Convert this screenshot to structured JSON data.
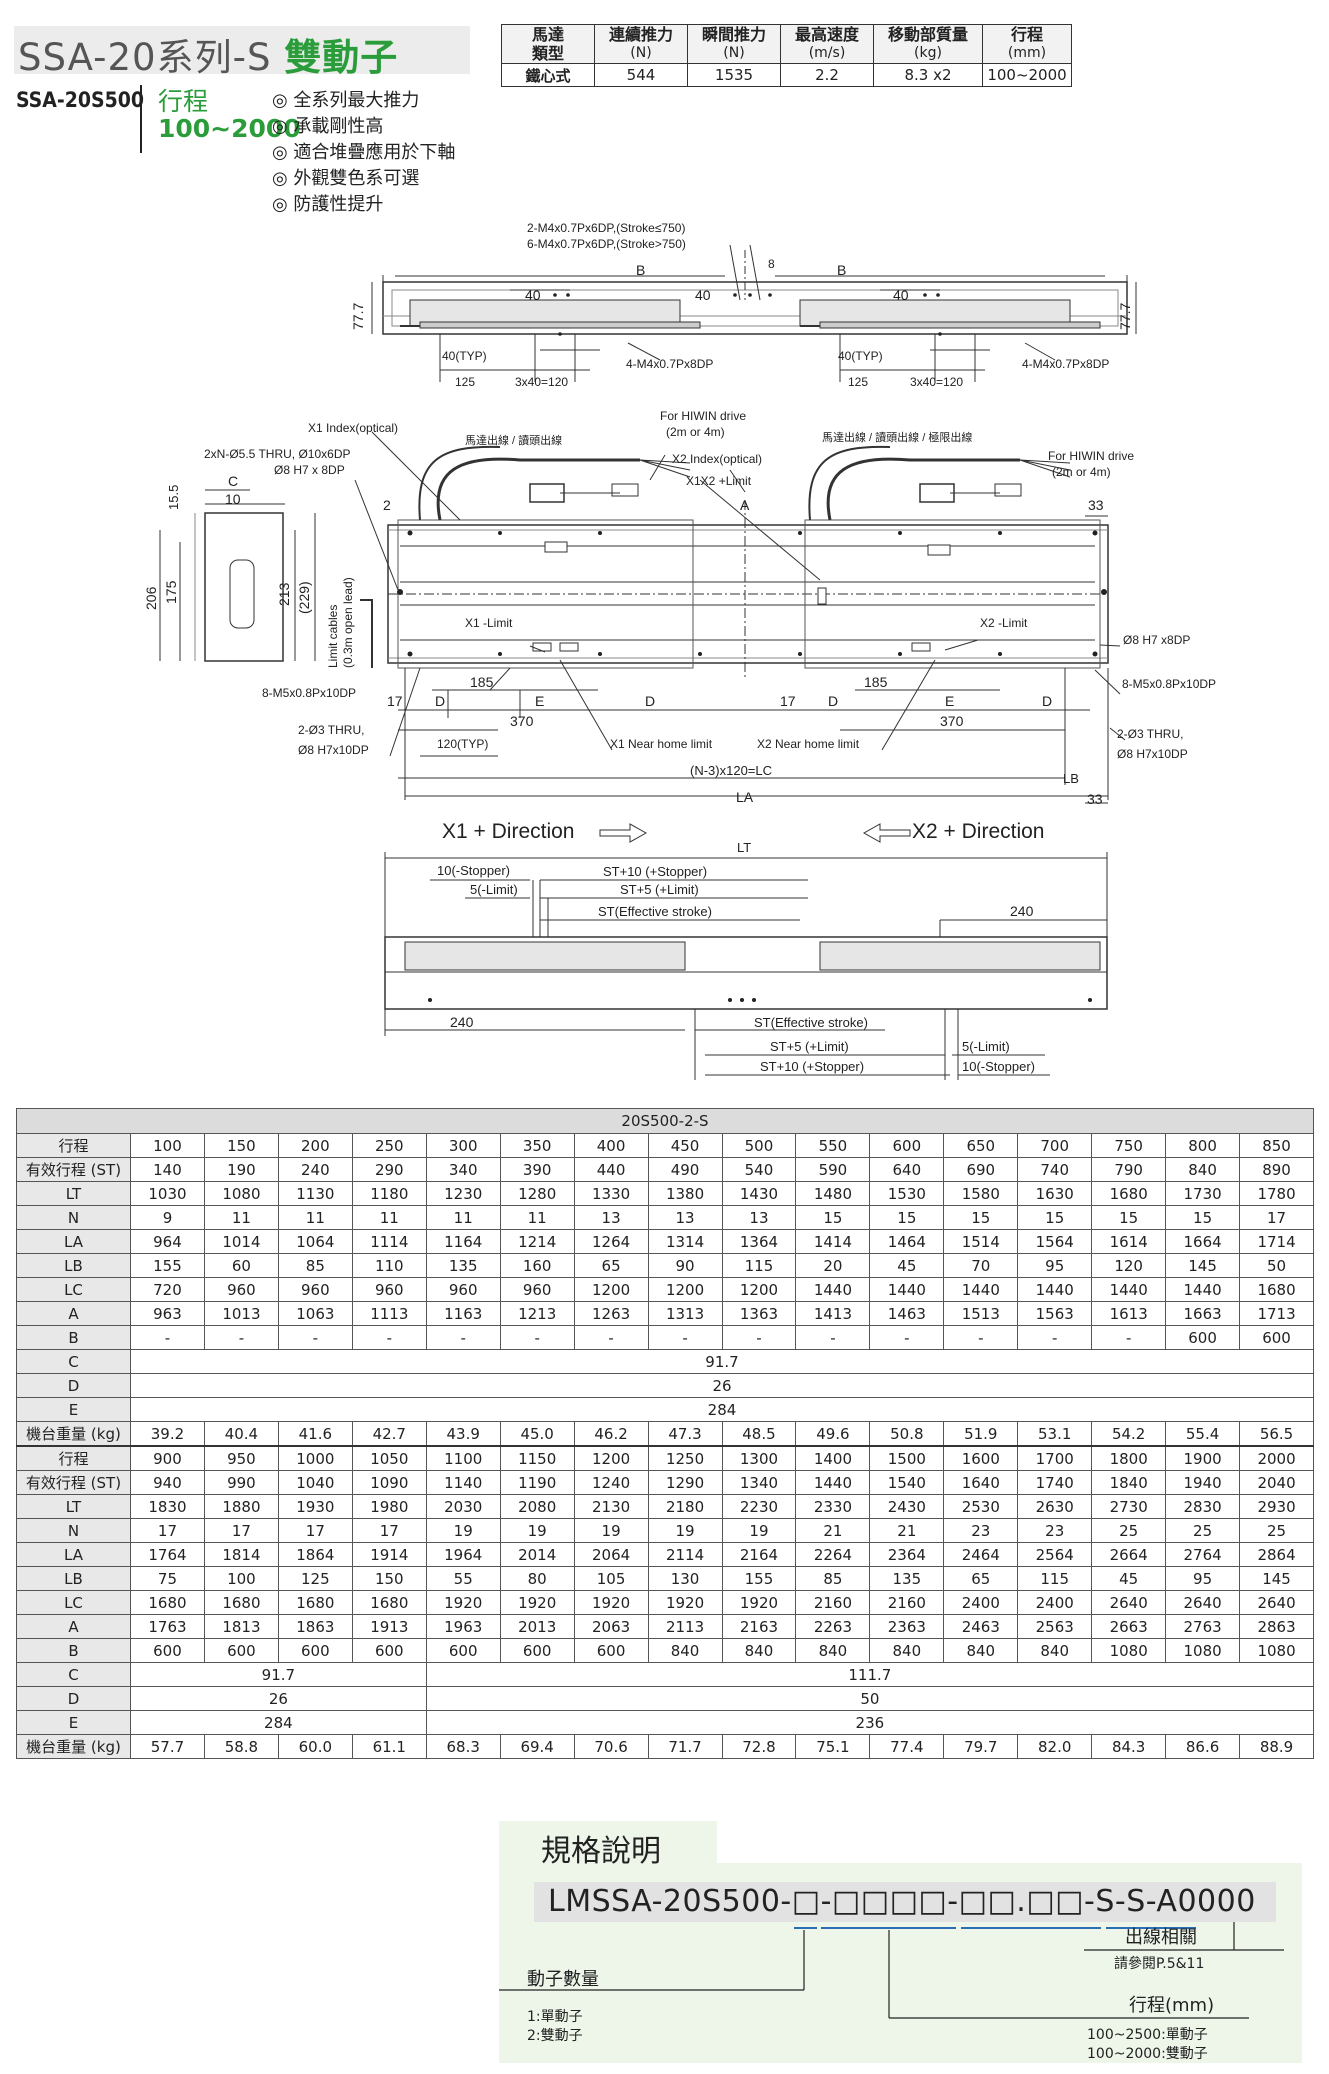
{
  "header": {
    "series": "SSA-20系列-S",
    "type": "雙動子",
    "model": "SSA-20S500",
    "stroke_label": "行程",
    "stroke_range": "100~2000",
    "features": [
      "◎ 全系列最大推力",
      "◎ 承載剛性高",
      "◎ 適合堆疊應用於下軸",
      "◎ 外觀雙色系可選",
      "◎ 防護性提升"
    ]
  },
  "spec_table": {
    "headers": [
      {
        "name": "馬達",
        "unit": "類型"
      },
      {
        "name": "連續推力",
        "unit": "(N)"
      },
      {
        "name": "瞬間推力",
        "unit": "(N)"
      },
      {
        "name": "最高速度",
        "unit": "(m/s)"
      },
      {
        "name": "移動部質量",
        "unit": "(kg)"
      },
      {
        "name": "行程",
        "unit": "(mm)"
      }
    ],
    "row": [
      "鐵心式",
      "544",
      "1535",
      "2.2",
      "8.3 x2",
      "100~2000"
    ]
  },
  "drawing_labels": {
    "top": {
      "note1": "2-M4x0.7Px6DP,(Stroke≤750)",
      "note2": "6-M4x0.7Px6DP,(Stroke>750)",
      "b": "B",
      "eight": "8",
      "forty": "40",
      "h77": "77.7",
      "typ40": "40(TYP)",
      "tap": "4-M4x0.7Px8DP",
      "d125": "125",
      "d3x40": "3x40=120"
    },
    "mid": {
      "x1index": "X1 Index(optical)",
      "thru": "2xN-Ø5.5 THRU, Ø10x6DP",
      "h7": "Ø8 H7 x 8DP",
      "motor1": "馬達出線 / 讀頭出線",
      "hiwin1a": "For HIWIN drive",
      "hiwin1b": "(2m or 4m)",
      "x2index": "X2 Index(optical)",
      "x1x2": "X1X2 +Limit",
      "motor2": "馬達出線 / 讀頭出線 / 極限出線",
      "hiwin2a": "For HIWIN drive",
      "hiwin2b": "(2m or 4m)",
      "c": "C",
      "ten": "10",
      "two": "2",
      "a": "A",
      "h155": "15.5",
      "h206": "206",
      "h175": "175",
      "h213": "213",
      "h229": "(229)",
      "limitcables": "Limit cables",
      "openlead": "(0.3m open lead)",
      "x1limit": "X1 -Limit",
      "x2limit": "X2 -Limit",
      "m5": "8-M5x0.8Px10DP",
      "m5r": "8-M5x0.8Px10DP",
      "h7r": "Ø8 H7 x8DP",
      "d185": "185",
      "d17": "17",
      "d": "D",
      "e": "E",
      "d370": "370",
      "d33": "33",
      "thru3": "2-Ø3 THRU,",
      "h7x10": "Ø8 H7x10DP",
      "typ120": "120(TYP)",
      "x1near": "X1 Near home limit",
      "x2near": "X2 Near home limit",
      "lc": "(N-3)x120=LC",
      "lb": "LB",
      "la": "LA",
      "x1dir": "X1 + Direction",
      "x2dir": "X2 + Direction"
    },
    "bottom": {
      "lt": "LT",
      "stopper": "10(-Stopper)",
      "limit5": "5(-Limit)",
      "st10": "ST+10 (+Stopper)",
      "st5": "ST+5 (+Limit)",
      "st": "ST(Effective stroke)",
      "d240": "240"
    }
  },
  "data_table": {
    "title": "20S500-2-S",
    "part1": {
      "stroke": [
        "100",
        "150",
        "200",
        "250",
        "300",
        "350",
        "400",
        "450",
        "500",
        "550",
        "600",
        "650",
        "700",
        "750",
        "800",
        "850"
      ],
      "rows": [
        {
          "label": "有效行程 (ST)",
          "values": [
            "140",
            "190",
            "240",
            "290",
            "340",
            "390",
            "440",
            "490",
            "540",
            "590",
            "640",
            "690",
            "740",
            "790",
            "840",
            "890"
          ]
        },
        {
          "label": "LT",
          "values": [
            "1030",
            "1080",
            "1130",
            "1180",
            "1230",
            "1280",
            "1330",
            "1380",
            "1430",
            "1480",
            "1530",
            "1580",
            "1630",
            "1680",
            "1730",
            "1780"
          ]
        },
        {
          "label": "N",
          "values": [
            "9",
            "11",
            "11",
            "11",
            "11",
            "11",
            "13",
            "13",
            "13",
            "15",
            "15",
            "15",
            "15",
            "15",
            "15",
            "17"
          ]
        },
        {
          "label": "LA",
          "values": [
            "964",
            "1014",
            "1064",
            "1114",
            "1164",
            "1214",
            "1264",
            "1314",
            "1364",
            "1414",
            "1464",
            "1514",
            "1564",
            "1614",
            "1664",
            "1714"
          ]
        },
        {
          "label": "LB",
          "values": [
            "155",
            "60",
            "85",
            "110",
            "135",
            "160",
            "65",
            "90",
            "115",
            "20",
            "45",
            "70",
            "95",
            "120",
            "145",
            "50"
          ]
        },
        {
          "label": "LC",
          "values": [
            "720",
            "960",
            "960",
            "960",
            "960",
            "960",
            "1200",
            "1200",
            "1200",
            "1440",
            "1440",
            "1440",
            "1440",
            "1440",
            "1440",
            "1680"
          ]
        },
        {
          "label": "A",
          "values": [
            "963",
            "1013",
            "1063",
            "1113",
            "1163",
            "1213",
            "1263",
            "1313",
            "1363",
            "1413",
            "1463",
            "1513",
            "1563",
            "1613",
            "1663",
            "1713"
          ]
        },
        {
          "label": "B",
          "values": [
            "-",
            "-",
            "-",
            "-",
            "-",
            "-",
            "-",
            "-",
            "-",
            "-",
            "-",
            "-",
            "-",
            "-",
            "600",
            "600"
          ]
        }
      ],
      "c": "91.7",
      "d": "26",
      "e": "284",
      "weight": [
        "39.2",
        "40.4",
        "41.6",
        "42.7",
        "43.9",
        "45.0",
        "46.2",
        "47.3",
        "48.5",
        "49.6",
        "50.8",
        "51.9",
        "53.1",
        "54.2",
        "55.4",
        "56.5"
      ]
    },
    "part2": {
      "stroke": [
        "900",
        "950",
        "1000",
        "1050",
        "1100",
        "1150",
        "1200",
        "1250",
        "1300",
        "1400",
        "1500",
        "1600",
        "1700",
        "1800",
        "1900",
        "2000"
      ],
      "rows": [
        {
          "label": "有效行程 (ST)",
          "values": [
            "940",
            "990",
            "1040",
            "1090",
            "1140",
            "1190",
            "1240",
            "1290",
            "1340",
            "1440",
            "1540",
            "1640",
            "1740",
            "1840",
            "1940",
            "2040"
          ]
        },
        {
          "label": "LT",
          "values": [
            "1830",
            "1880",
            "1930",
            "1980",
            "2030",
            "2080",
            "2130",
            "2180",
            "2230",
            "2330",
            "2430",
            "2530",
            "2630",
            "2730",
            "2830",
            "2930"
          ]
        },
        {
          "label": "N",
          "values": [
            "17",
            "17",
            "17",
            "17",
            "19",
            "19",
            "19",
            "19",
            "19",
            "21",
            "21",
            "23",
            "23",
            "25",
            "25",
            "25"
          ]
        },
        {
          "label": "LA",
          "values": [
            "1764",
            "1814",
            "1864",
            "1914",
            "1964",
            "2014",
            "2064",
            "2114",
            "2164",
            "2264",
            "2364",
            "2464",
            "2564",
            "2664",
            "2764",
            "2864"
          ]
        },
        {
          "label": "LB",
          "values": [
            "75",
            "100",
            "125",
            "150",
            "55",
            "80",
            "105",
            "130",
            "155",
            "85",
            "135",
            "65",
            "115",
            "45",
            "95",
            "145"
          ]
        },
        {
          "label": "LC",
          "values": [
            "1680",
            "1680",
            "1680",
            "1680",
            "1920",
            "1920",
            "1920",
            "1920",
            "1920",
            "2160",
            "2160",
            "2400",
            "2400",
            "2640",
            "2640",
            "2640"
          ]
        },
        {
          "label": "A",
          "values": [
            "1763",
            "1813",
            "1863",
            "1913",
            "1963",
            "2013",
            "2063",
            "2113",
            "2163",
            "2263",
            "2363",
            "2463",
            "2563",
            "2663",
            "2763",
            "2863"
          ]
        },
        {
          "label": "B",
          "values": [
            "600",
            "600",
            "600",
            "600",
            "600",
            "600",
            "600",
            "840",
            "840",
            "840",
            "840",
            "840",
            "840",
            "1080",
            "1080",
            "1080"
          ]
        }
      ],
      "c1": "91.7",
      "c2": "111.7",
      "d1": "26",
      "d2": "50",
      "e1": "284",
      "e2": "236",
      "weight": [
        "57.7",
        "58.8",
        "60.0",
        "61.1",
        "68.3",
        "69.4",
        "70.6",
        "71.7",
        "72.8",
        "75.1",
        "77.4",
        "79.7",
        "82.0",
        "84.3",
        "86.6",
        "88.9"
      ]
    },
    "labels": {
      "stroke": "行程",
      "c": "C",
      "d": "D",
      "e": "E",
      "weight": "機台重量 (kg)"
    }
  },
  "spec_description": {
    "title": "規格說明",
    "code": "LMSSA-20S500-□-□□□□-□□.□□-S-S-A0000",
    "outlet": "出線相關",
    "outlet_ref": "請參閱P.5&11",
    "stroke": "行程(mm)",
    "stroke_note1": "100~2500:單動子",
    "stroke_note2": "100~2000:雙動子",
    "mover_count": "動子數量",
    "mover1": "1:單動子",
    "mover2": "2:雙動子"
  }
}
